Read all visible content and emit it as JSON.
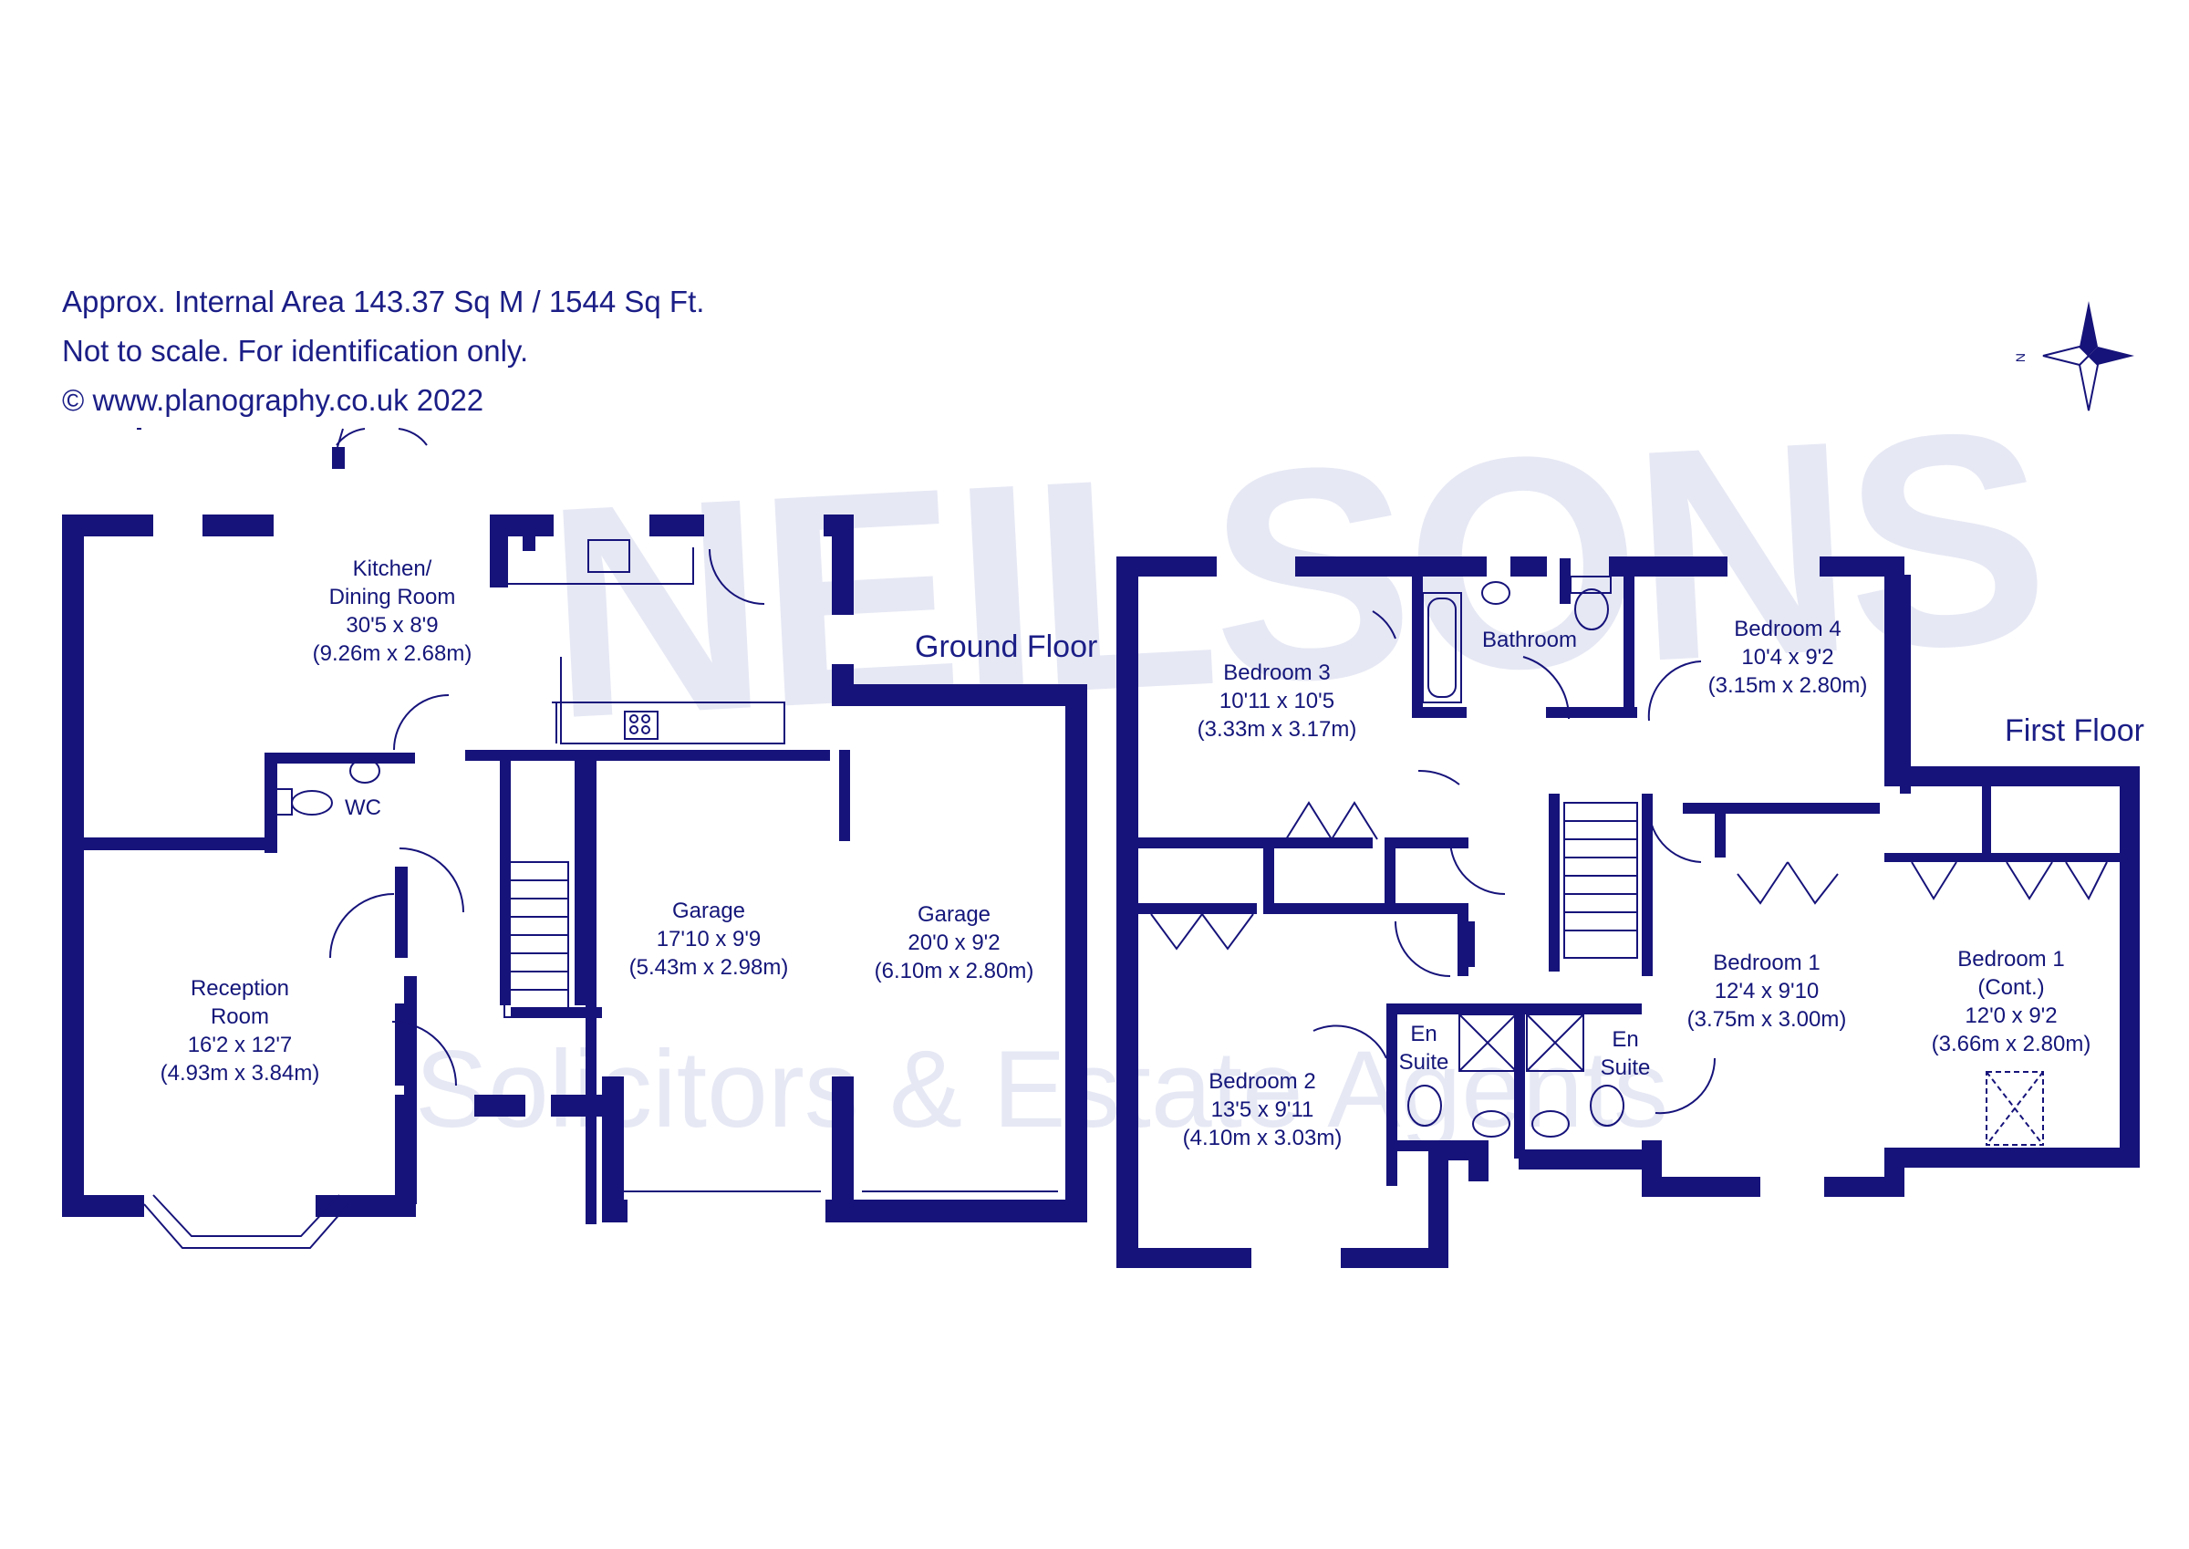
{
  "info": {
    "area": "Approx. Internal Area 143.37 Sq M / 1544 Sq Ft.",
    "scale_note": "Not to scale. For identification only.",
    "copyright": "© www.planography.co.uk 2022"
  },
  "compass_label": "N",
  "watermark": {
    "brand": "NEILSONS",
    "tagline": "Solicitors & Estate Agents"
  },
  "floors": {
    "ground": {
      "title": "Ground Floor",
      "rooms": {
        "kitchen": {
          "name_1": "Kitchen/",
          "name_2": "Dining Room",
          "imperial": "30'5 x 8'9",
          "metric": "(9.26m x 2.68m)"
        },
        "wc": {
          "name": "WC"
        },
        "reception": {
          "name_1": "Reception",
          "name_2": "Room",
          "imperial": "16'2 x 12'7",
          "metric": "(4.93m x 3.84m)"
        },
        "garage_1": {
          "name": "Garage",
          "imperial": "17'10 x 9'9",
          "metric": "(5.43m x 2.98m)"
        },
        "garage_2": {
          "name": "Garage",
          "imperial": "20'0 x 9'2",
          "metric": "(6.10m x 2.80m)"
        }
      }
    },
    "first": {
      "title": "First Floor",
      "rooms": {
        "bedroom_3": {
          "name": "Bedroom 3",
          "imperial": "10'11 x 10'5",
          "metric": "(3.33m x 3.17m)"
        },
        "bathroom": {
          "name": "Bathroom"
        },
        "bedroom_4": {
          "name": "Bedroom 4",
          "imperial": "10'4 x 9'2",
          "metric": "(3.15m x 2.80m)"
        },
        "bedroom_2": {
          "name": "Bedroom 2",
          "imperial": "13'5 x 9'11",
          "metric": "(4.10m x 3.03m)"
        },
        "ensuite_1": {
          "name_1": "En",
          "name_2": "Suite"
        },
        "ensuite_2": {
          "name_1": "En",
          "name_2": "Suite"
        },
        "bedroom_1": {
          "name": "Bedroom 1",
          "imperial": "12'4 x 9'10",
          "metric": "(3.75m x 3.00m)"
        },
        "bedroom_1_cont": {
          "name": "Bedroom 1",
          "note": "(Cont.)",
          "imperial": "12'0 x 9'2",
          "metric": "(3.66m x 2.80m)"
        }
      }
    }
  },
  "colors": {
    "wall": "#16137a",
    "text": "#14167a",
    "watermark": "#e6e8f4"
  }
}
